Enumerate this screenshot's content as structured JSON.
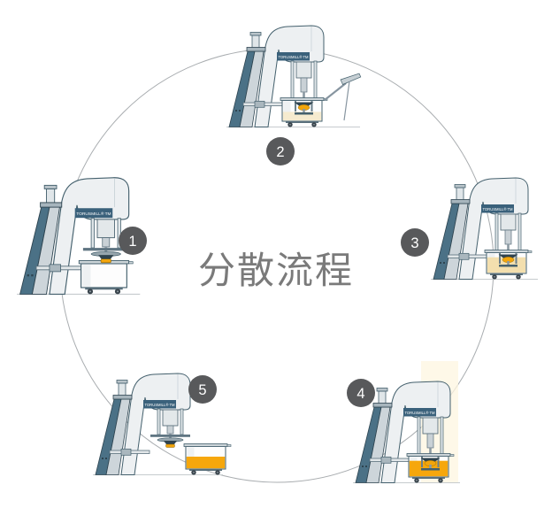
{
  "title": "分散流程",
  "machine_label": "TORUSMILL® TM",
  "palette": {
    "badge_fill": "#58595b",
    "badge_text": "#ffffff",
    "title_color": "#7a7a7a",
    "cycle_stroke": "#a9adb0",
    "ground_stroke": "#c6cbce",
    "machine_teal": "#4b7186",
    "outline_dark": "#2e4450",
    "frame_outline": "#44606d",
    "rotor_orange": "#f2a50c",
    "liquid_cream": "#f6ebcf",
    "liquid_tan": "#f3dfae",
    "liquid_orange": "#f6a70c",
    "glow_fill": "#fdf5e0"
  },
  "steps": [
    {
      "number": "1",
      "machine": {
        "state": "head-raised-empty-tank",
        "head": "up",
        "tank": "attached",
        "liquid": null,
        "level": 0,
        "chute": false,
        "glow": false
      }
    },
    {
      "number": "2",
      "machine": {
        "state": "powder-feeding-into-tank",
        "head": "down",
        "tank": "attached",
        "liquid": "#f6ebcf",
        "level": 0.45,
        "chute": true,
        "glow": false
      }
    },
    {
      "number": "3",
      "machine": {
        "state": "mixing-dispersing",
        "head": "down",
        "tank": "attached",
        "liquid": "#f3dfae",
        "level": 0.78,
        "chute": false,
        "glow": false
      }
    },
    {
      "number": "4",
      "machine": {
        "state": "fine-dispersion-finished",
        "head": "down",
        "tank": "attached",
        "liquid": "#f6a70c",
        "level": 0.78,
        "chute": false,
        "glow": true
      }
    },
    {
      "number": "5",
      "machine": {
        "state": "head-raised-product-tank-removed",
        "head": "up",
        "tank": "detached",
        "liquid": "#f6a70c",
        "level": 0.55,
        "chute": false,
        "glow": false
      }
    }
  ]
}
